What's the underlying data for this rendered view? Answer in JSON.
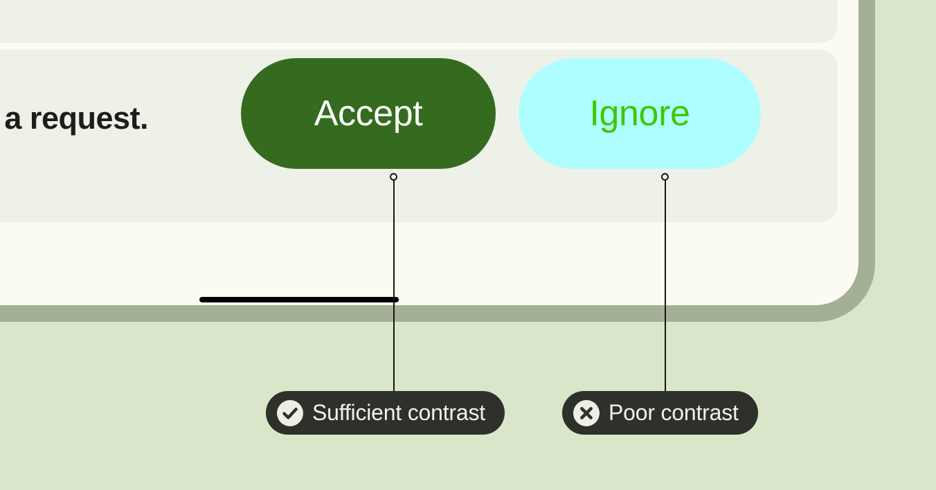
{
  "palette": {
    "page_background": "#d9e6c9",
    "device_frame": "#a4b096",
    "device_screen": "#fcfbf2",
    "card_background": "#eef1e8",
    "accept_button_fill": "#356b1f",
    "accept_button_text": "#ffffff",
    "ignore_button_fill": "#aefeff",
    "ignore_button_text": "#3fc700",
    "badge_fill": "#2e302a",
    "badge_text": "#f2f1ea",
    "badge_icon_circle": "#eeede6",
    "body_text": "#1c1e1a",
    "annotation_line": "#16180f"
  },
  "device": {
    "card_top": {},
    "card_main": {
      "message_text": "a request.",
      "buttons": [
        {
          "id": "accept",
          "label": "Accept"
        },
        {
          "id": "ignore",
          "label": "Ignore"
        }
      ]
    },
    "home_indicator_label": "home-indicator"
  },
  "annotations": [
    {
      "id": "sufficient",
      "label": "Sufficient contrast",
      "icon": "check-circle-icon",
      "points_to": "Accept"
    },
    {
      "id": "poor",
      "label": "Poor contrast",
      "icon": "x-circle-icon",
      "points_to": "Ignore"
    }
  ]
}
